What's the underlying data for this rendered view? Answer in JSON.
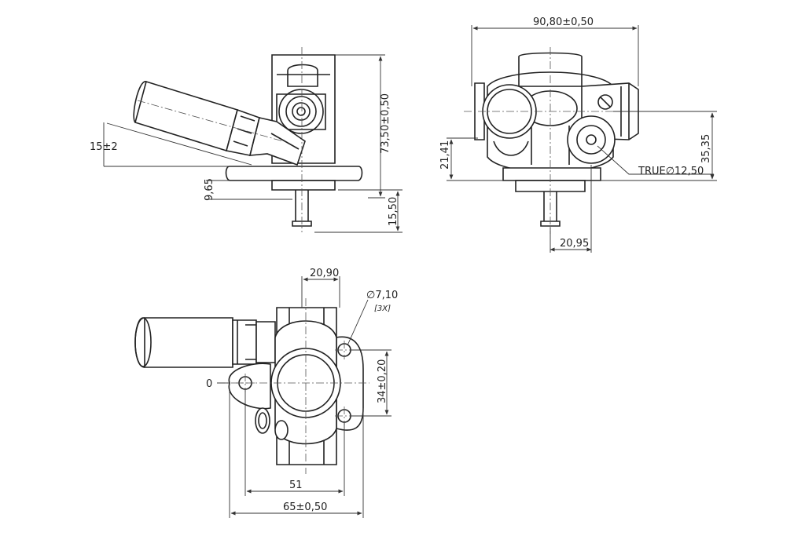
{
  "views": {
    "side": {
      "dims": {
        "angle": "15±2",
        "height_total": "73,50±0,50",
        "flange_offset": "9,65",
        "stem_length": "15,50"
      }
    },
    "front": {
      "dims": {
        "width_total": "90,80±0,50",
        "left_height": "21,41",
        "right_height": "35,35",
        "true_dia": "TRUE∅12,50",
        "stem_offset": "20,95"
      }
    },
    "top": {
      "dims": {
        "top_width": "20,90",
        "hole_dia": "∅7,10",
        "hole_qty": "[3X]",
        "zero": "0",
        "hole_pitch": "34±0,20",
        "hole_span": "51",
        "flange_width": "65±0,50"
      }
    }
  }
}
